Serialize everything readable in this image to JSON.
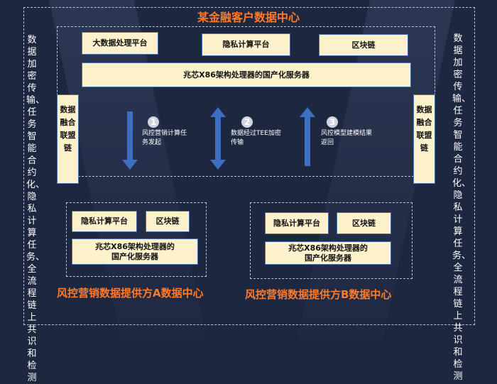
{
  "title": "某金融客户数据中心",
  "top": {
    "box1": "大数据处理平台",
    "box2": "隐私计算平台",
    "box3": "区块链",
    "server": "兆芯X86架构处理器的国产化服务器"
  },
  "side_left": "数据加密传输、任务智能合约化、隐私计算任务、全流程链上共识和检测",
  "side_right": "数据加密传输、任务智能合约化、隐私计算任务、全流程链上共识和检测",
  "consortium_left": "数据融合联盟链",
  "consortium_right": "数据融合联盟链",
  "steps": [
    {
      "num": "1",
      "text": "风控营销计算任务发起",
      "direction": "down"
    },
    {
      "num": "2",
      "text": "数据经过TEE加密传输",
      "direction": "both"
    },
    {
      "num": "3",
      "text": "风控模型建模结果返回",
      "direction": "up"
    }
  ],
  "provider_a": {
    "title": "风控营销数据提供方A数据中心",
    "box1": "隐私计算平台",
    "box2": "区块链",
    "server": "兆芯X86架构处理器的国产化服务器"
  },
  "provider_b": {
    "title": "风控营销数据提供方B数据中心",
    "box1": "隐私计算平台",
    "box2": "区块链",
    "server": "兆芯X86架构处理器的国产化服务器"
  },
  "colors": {
    "accent": "#ff7a2a",
    "arrow": "#3d6fc0",
    "box": "#fdf2cc"
  }
}
